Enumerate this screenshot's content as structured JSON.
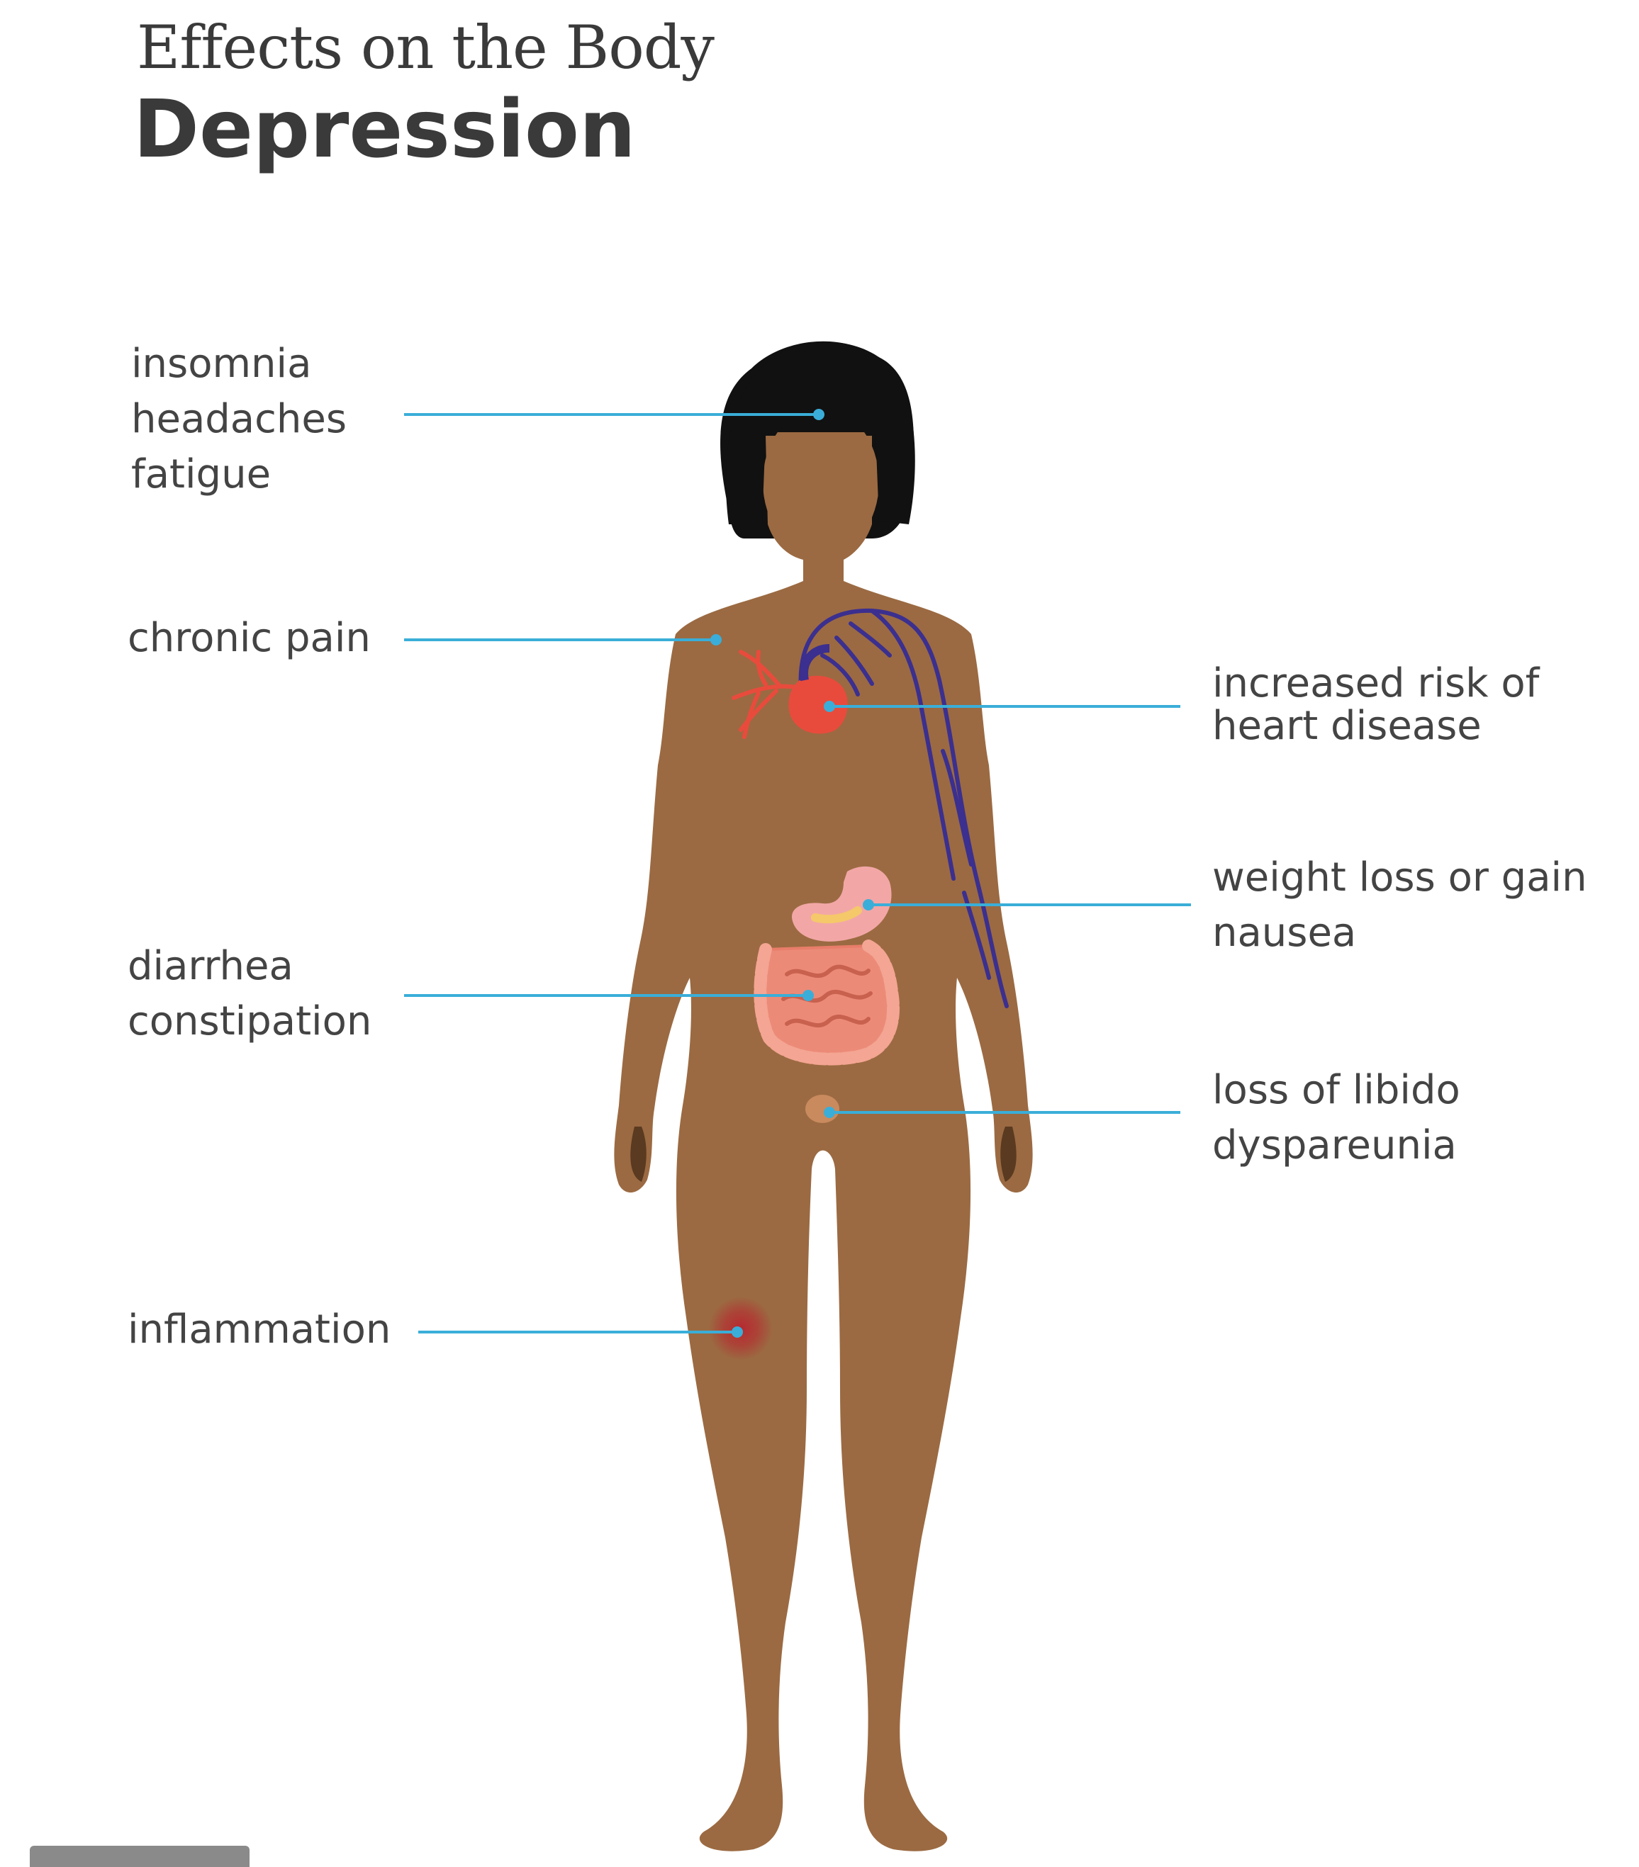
{
  "header": {
    "supertitle": "Effects on the Body",
    "title": "Depression"
  },
  "labels": {
    "head": [
      "insomnia",
      "headaches",
      "fatigue"
    ],
    "shoulder": [
      "chronic pain"
    ],
    "gut": [
      "diarrhea",
      "constipation"
    ],
    "thigh": [
      "inflammation"
    ],
    "heart": [
      "increased risk of",
      "heart disease"
    ],
    "stomach": [
      "weight loss or gain",
      "nausea"
    ],
    "pelvis": [
      "loss of libido",
      "dyspareunia"
    ]
  },
  "colors": {
    "text": "#444444",
    "leader_line": "#3aaed8",
    "skin": "#9b6a42",
    "hair": "#111111",
    "heart": "#e84b3c",
    "veins": "#3b2f8f",
    "stomach": "#f2a7a6",
    "intestines": "#ec8a78",
    "inflammation": "#b8262f"
  }
}
